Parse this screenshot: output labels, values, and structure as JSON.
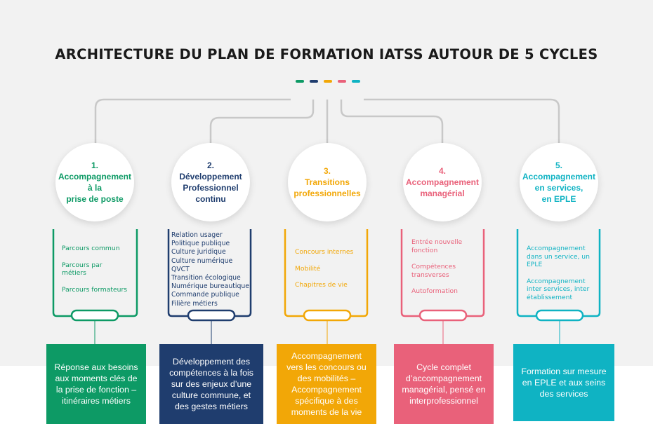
{
  "title": "ARCHITECTURE DU PLAN DE FORMATION IATSS AUTOUR DE 5 CYCLES",
  "colors": {
    "green": "#0d9a65",
    "navy": "#1f3d6e",
    "yellow": "#f2a707",
    "pink": "#e9617a",
    "teal": "#0fb3c3"
  },
  "cycles": [
    {
      "number": "1.",
      "name_lines": [
        "Accompagnement",
        "à la",
        "prise de poste"
      ],
      "items": [
        "Parcours commun",
        "Parcours par métiers",
        "Parcours formateurs"
      ],
      "summary": "Réponse aux besoins aux moments clés de la prise de fonction – itinéraires métiers"
    },
    {
      "number": "2.",
      "name_lines": [
        "Développement",
        "Professionnel",
        "continu"
      ],
      "items": [
        "Relation usager",
        "Politique publique",
        "Culture juridique",
        "Culture numérique",
        "QVCT",
        "Transition écologique",
        "Numérique bureautique",
        "Commande publique",
        "Filière métiers"
      ],
      "summary": "Développement des compétences à la fois sur des enjeux d’une culture commune, et des gestes métiers"
    },
    {
      "number": "3.",
      "name_lines": [
        "Transitions",
        "professionnelles"
      ],
      "items": [
        "Concours internes",
        "Mobilité",
        "Chapitres de vie"
      ],
      "summary": "Accompagnement vers les concours ou des mobilités – Accompagnement spécifique à des moments de la vie"
    },
    {
      "number": "4.",
      "name_lines": [
        "Accompagnement",
        "managérial"
      ],
      "items": [
        "Entrée nouvelle fonction",
        "Compétences transverses",
        "Autoformation"
      ],
      "summary": "Cycle complet d’accompagnement managérial, pensé en interprofessionnel"
    },
    {
      "number": "5.",
      "name_lines": [
        "Accompagnement",
        "en services,",
        "en EPLE"
      ],
      "items": [
        "Accompagnement dans un service, un EPLE",
        "Accompagnement inter services, inter établissement"
      ],
      "summary": "Formation sur mesure en EPLE et aux seins des services"
    }
  ]
}
